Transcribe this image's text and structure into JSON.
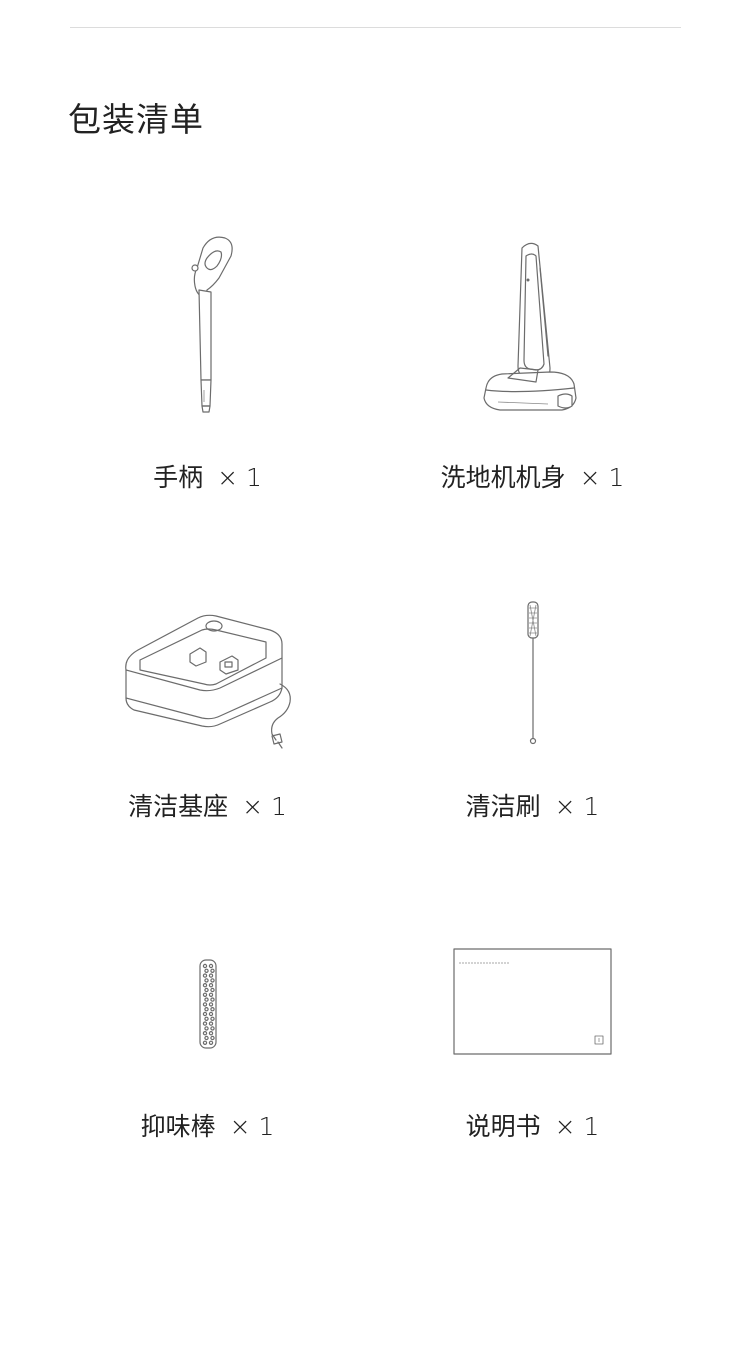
{
  "page": {
    "title": "包装清单"
  },
  "items": [
    {
      "name": "手柄",
      "qty": "× 1",
      "icon": "handle-icon"
    },
    {
      "name": "洗地机机身",
      "qty": "× 1",
      "icon": "floor-washer-body-icon"
    },
    {
      "name": "清洁基座",
      "qty": "× 1",
      "icon": "cleaning-base-icon"
    },
    {
      "name": "清洁刷",
      "qty": "× 1",
      "icon": "cleaning-brush-icon"
    },
    {
      "name": "抑味棒",
      "qty": "× 1",
      "icon": "deodorizer-stick-icon"
    },
    {
      "name": "说明书",
      "qty": "× 1",
      "icon": "manual-icon"
    }
  ]
}
